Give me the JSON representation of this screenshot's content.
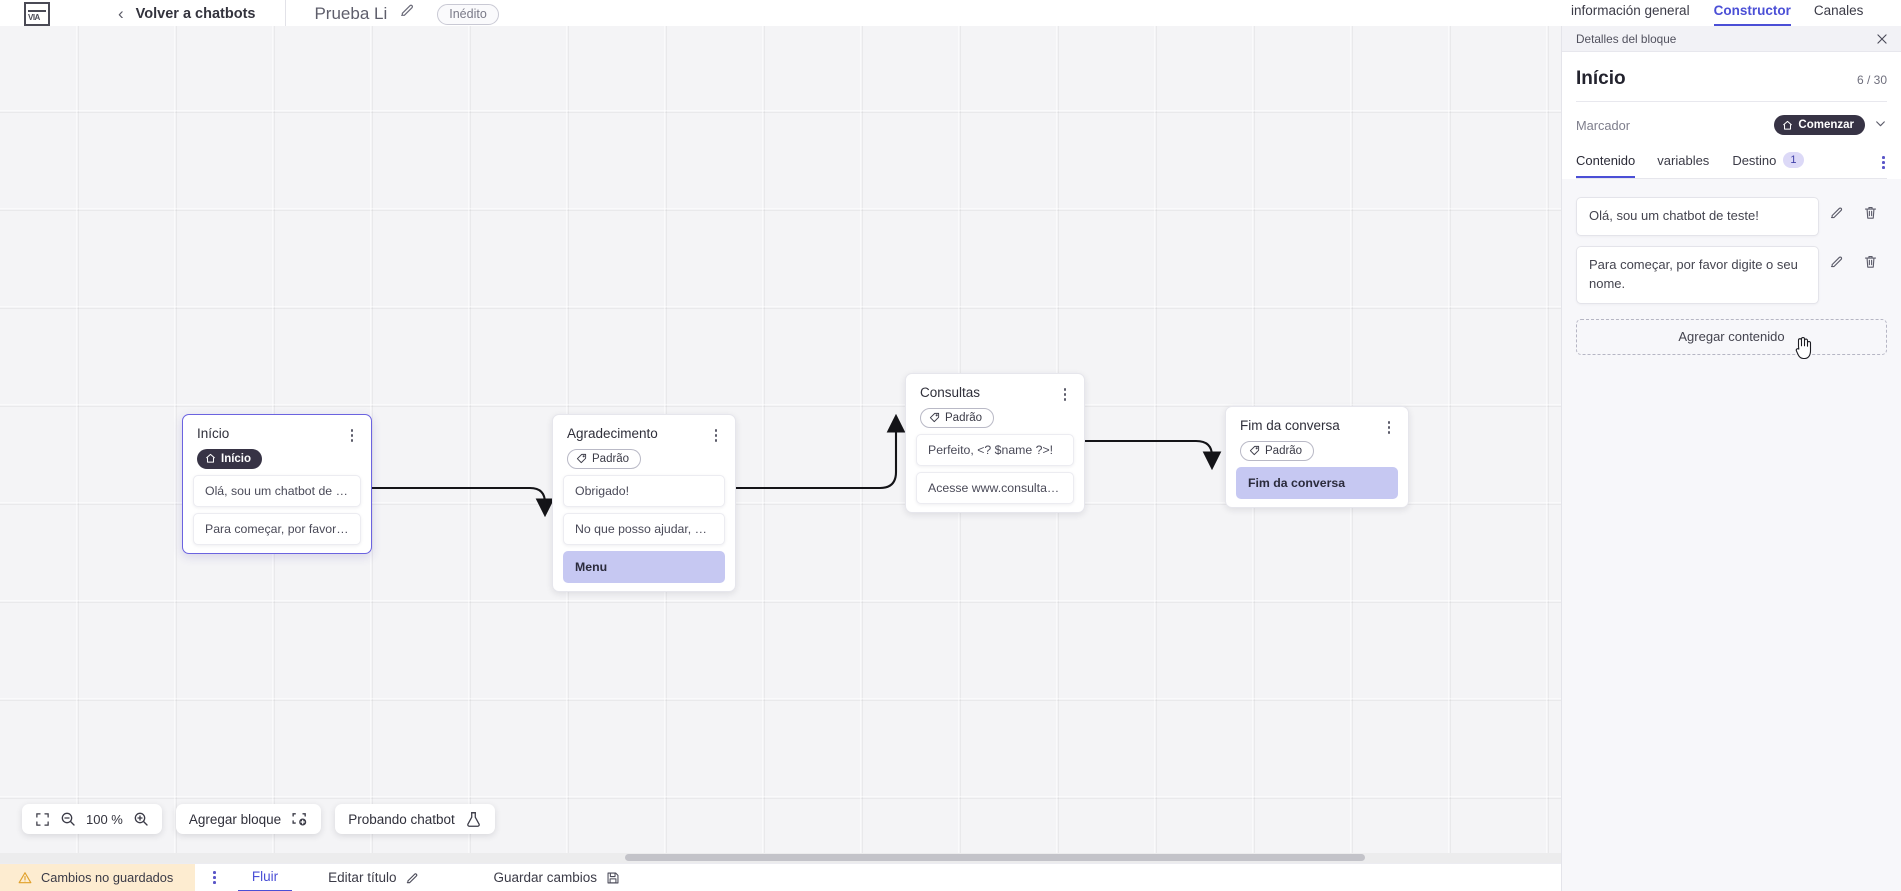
{
  "topbar": {
    "logo_text": "VIA",
    "back_label": "Volver a chatbots",
    "bot_name": "Prueba Li",
    "status_badge": "Inédito",
    "edit_icon": "pencil-icon",
    "back_icon": "chevron-left-icon"
  },
  "right_tabs": [
    {
      "label": "información general",
      "active": false
    },
    {
      "label": "Constructor",
      "active": true
    },
    {
      "label": "Canales",
      "active": false
    }
  ],
  "panel": {
    "header_label": "Detalles del bloque",
    "close_icon": "close-icon",
    "title": "Início",
    "counter": "6 / 30",
    "marcador_label": "Marcador",
    "marcador_badge": "Comenzar",
    "marcador_badge_icon": "home-icon",
    "marcador_chevron": "chevron-down-icon",
    "tabs": [
      {
        "label": "Contenido",
        "active": true,
        "count": null
      },
      {
        "label": "variables",
        "active": false,
        "count": null
      },
      {
        "label": "Destino",
        "active": false,
        "count": "1"
      }
    ],
    "tabs_overflow_icon": "kebab-icon",
    "contents": [
      {
        "text": "Olá, sou um chatbot de teste!",
        "edit_icon": "pencil-icon",
        "delete_icon": "trash-icon"
      },
      {
        "text": "Para começar, por favor digite o seu nome.",
        "edit_icon": "pencil-icon",
        "delete_icon": "trash-icon"
      }
    ],
    "add_content_label": "Agregar contenido"
  },
  "canvas": {
    "zoom_level": "100 %",
    "fit_icon": "fit-screen-icon",
    "zoom_out_icon": "zoom-out-icon",
    "zoom_in_icon": "zoom-in-icon",
    "add_block_label": "Agregar bloque",
    "add_block_icon": "add-block-icon",
    "test_chatbot_label": "Probando chatbot",
    "test_chatbot_icon": "flask-icon",
    "nodes": [
      {
        "id": "inicio",
        "title": "Início",
        "tag": "Início",
        "tag_style": "dark",
        "tag_icon": "home-icon",
        "selected": true,
        "messages": [
          {
            "text": "Olá, sou um chatbot de teste!",
            "accent": false
          },
          {
            "text": "Para começar, por favor digite o ...",
            "accent": false
          }
        ]
      },
      {
        "id": "agradecimento",
        "title": "Agradecimento",
        "tag": "Padrão",
        "tag_style": "light",
        "tag_icon": "tag-icon",
        "selected": false,
        "messages": [
          {
            "text": "Obrigado!",
            "accent": false
          },
          {
            "text": "No que posso ajudar, <? $name ...",
            "accent": false
          },
          {
            "text": "Menu",
            "accent": true
          }
        ]
      },
      {
        "id": "consultas",
        "title": "Consultas",
        "tag": "Padrão",
        "tag_style": "light",
        "tag_icon": "tag-icon",
        "selected": false,
        "messages": [
          {
            "text": "Perfeito, <? $name ?>!",
            "accent": false
          },
          {
            "text": "Acesse www.consultas.com par...",
            "accent": false
          }
        ]
      },
      {
        "id": "fim",
        "title": "Fim da conversa",
        "tag": "Padrão",
        "tag_style": "light",
        "tag_icon": "tag-icon",
        "selected": false,
        "messages": [
          {
            "text": "Fim da conversa",
            "accent": true
          }
        ]
      }
    ]
  },
  "bottombar": {
    "unsaved_label": "Cambios no guardados",
    "unsaved_icon": "warning-icon",
    "kebab_icon": "kebab-icon",
    "flow_label": "Fluir",
    "edit_title_label": "Editar título",
    "edit_title_icon": "pencil-icon",
    "save_label": "Guardar cambios",
    "save_icon": "save-icon"
  },
  "colors": {
    "accent": "#4b4fd6",
    "node_accent": "#c6c8f2",
    "dark_tag": "#373345",
    "warning_bg": "#fdecd0",
    "canvas_bg": "#f4f4f6"
  }
}
